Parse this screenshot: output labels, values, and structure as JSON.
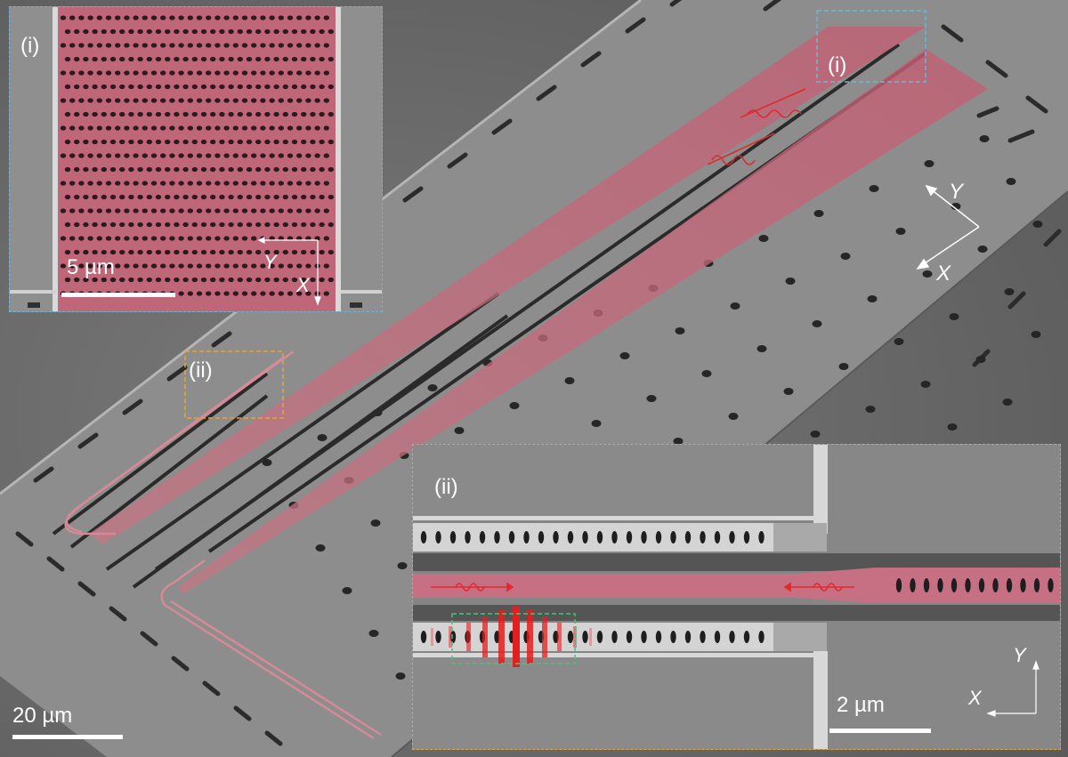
{
  "image": {
    "scale_bar_main": "20 µm",
    "inset_i": {
      "label": "(i)",
      "scale_bar": "5 µm",
      "axis_y": "Y",
      "axis_x": "X"
    },
    "inset_ii": {
      "label": "(ii)",
      "scale_bar": "2 µm",
      "axis_y": "Y",
      "axis_x": "X"
    },
    "markers": {
      "region_i": "(i)",
      "region_ii": "(ii)"
    },
    "main_axes": {
      "y": "Y",
      "x": "X"
    },
    "colors": {
      "device_highlight": "#c8707f",
      "inset_i_border": "#6fb4d8",
      "inset_ii_border": "#e6a43c",
      "cavity_box_border": "#4fbf7a",
      "wave_packet": "#e02a2a"
    }
  }
}
